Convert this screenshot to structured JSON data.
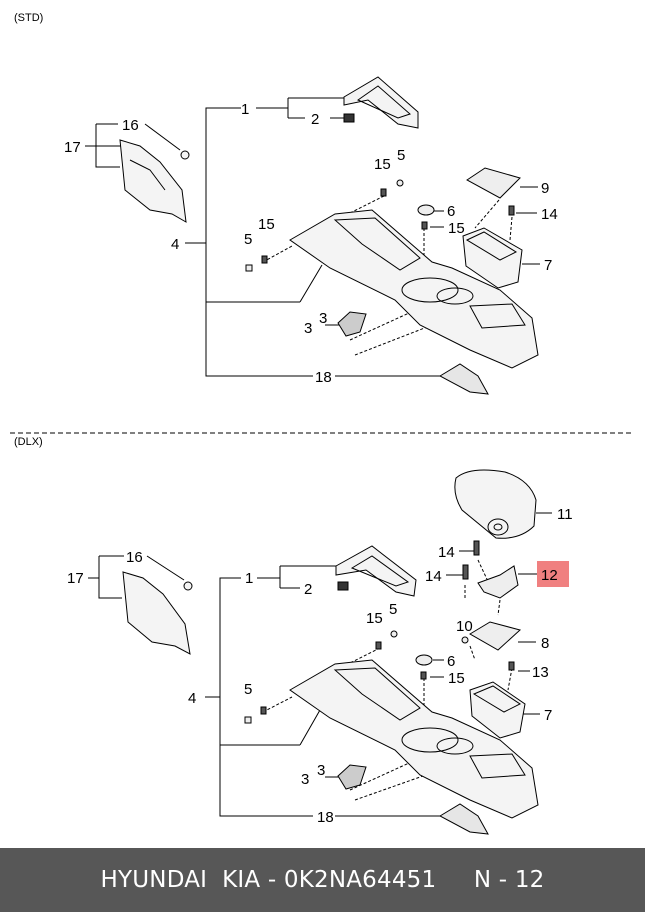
{
  "sections": {
    "std": {
      "label": "(STD)"
    },
    "dlx": {
      "label": "(DLX)"
    }
  },
  "callouts": {
    "std": [
      "1",
      "2",
      "3",
      "3",
      "4",
      "5",
      "5",
      "6",
      "7",
      "9",
      "14",
      "15",
      "15",
      "15",
      "16",
      "17",
      "18"
    ],
    "dlx": [
      "1",
      "2",
      "3",
      "3",
      "4",
      "5",
      "5",
      "6",
      "7",
      "8",
      "10",
      "11",
      "12",
      "13",
      "14",
      "14",
      "15",
      "15",
      "16",
      "17",
      "18"
    ]
  },
  "highlight": {
    "label": "12",
    "color": "#f08080"
  },
  "footer": {
    "brand": "HYUNDAI  KIA - 0K2NA64451",
    "page": "N - 12"
  },
  "colors": {
    "footer_bg": "#575757",
    "line": "#000000",
    "part_fill": "#e8e8e8"
  }
}
